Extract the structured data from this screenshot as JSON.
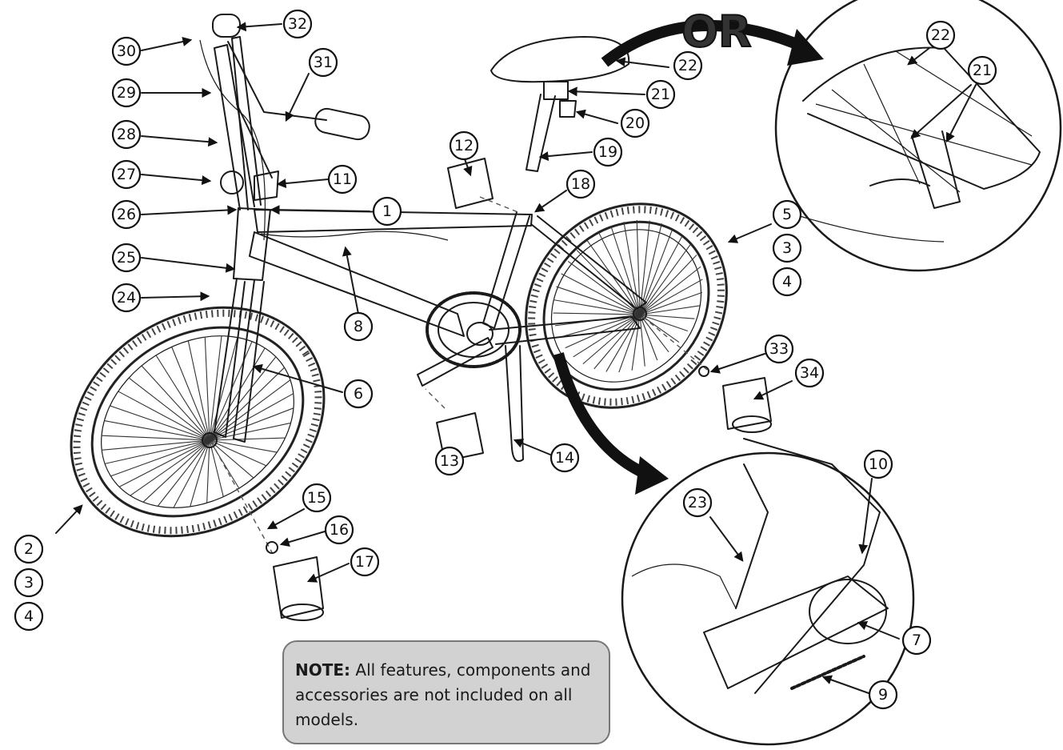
{
  "diagram": {
    "or_label": "OR",
    "note": {
      "heading": "NOTE:",
      "text": "All features, components and accessories are not included on all models."
    },
    "callouts": [
      {
        "id": "c1",
        "label": "1"
      },
      {
        "id": "c2",
        "label": "2"
      },
      {
        "id": "c3a",
        "label": "3"
      },
      {
        "id": "c4a",
        "label": "4"
      },
      {
        "id": "c5",
        "label": "5"
      },
      {
        "id": "c3b",
        "label": "3"
      },
      {
        "id": "c4b",
        "label": "4"
      },
      {
        "id": "c6",
        "label": "6"
      },
      {
        "id": "c7",
        "label": "7"
      },
      {
        "id": "c8",
        "label": "8"
      },
      {
        "id": "c9",
        "label": "9"
      },
      {
        "id": "c10",
        "label": "10"
      },
      {
        "id": "c11",
        "label": "11"
      },
      {
        "id": "c12",
        "label": "12"
      },
      {
        "id": "c13",
        "label": "13"
      },
      {
        "id": "c14",
        "label": "14"
      },
      {
        "id": "c15",
        "label": "15"
      },
      {
        "id": "c16",
        "label": "16"
      },
      {
        "id": "c17",
        "label": "17"
      },
      {
        "id": "c18",
        "label": "18"
      },
      {
        "id": "c19",
        "label": "19"
      },
      {
        "id": "c20",
        "label": "20"
      },
      {
        "id": "c21a",
        "label": "21"
      },
      {
        "id": "c21b",
        "label": "21"
      },
      {
        "id": "c22a",
        "label": "22"
      },
      {
        "id": "c22b",
        "label": "22"
      },
      {
        "id": "c23",
        "label": "23"
      },
      {
        "id": "c24",
        "label": "24"
      },
      {
        "id": "c25",
        "label": "25"
      },
      {
        "id": "c26",
        "label": "26"
      },
      {
        "id": "c27",
        "label": "27"
      },
      {
        "id": "c28",
        "label": "28"
      },
      {
        "id": "c29",
        "label": "29"
      },
      {
        "id": "c30",
        "label": "30"
      },
      {
        "id": "c31",
        "label": "31"
      },
      {
        "id": "c32",
        "label": "32"
      },
      {
        "id": "c33",
        "label": "33"
      },
      {
        "id": "c34",
        "label": "34"
      }
    ]
  }
}
